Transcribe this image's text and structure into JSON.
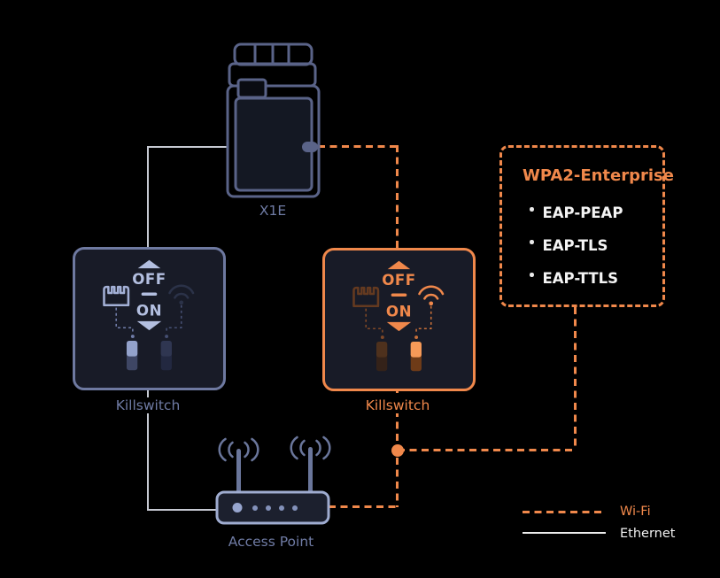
{
  "x1e": {
    "label": "X1E"
  },
  "killswitch_ethernet": {
    "label": "Killswitch",
    "off_label": "OFF",
    "on_label": "ON"
  },
  "killswitch_wifi": {
    "label": "Killswitch",
    "off_label": "OFF",
    "on_label": "ON"
  },
  "access_point": {
    "label": "Access Point"
  },
  "wpa2_enterprise": {
    "title": "WPA2-Enterprise",
    "protocols": [
      "EAP-PEAP",
      "EAP-TLS",
      "EAP-TTLS"
    ]
  },
  "legend": {
    "wifi_label": "Wi-Fi",
    "ethernet_label": "Ethernet"
  },
  "colors": {
    "wifi_orange": "#F0884B",
    "ethernet_line_gray": "#C6C9D2",
    "legend_ethernet_white": "#ECECEC",
    "slate_blue_outline": "#6E79A0",
    "slate_blue_label": "#6F7BA4",
    "background": "#000000"
  }
}
